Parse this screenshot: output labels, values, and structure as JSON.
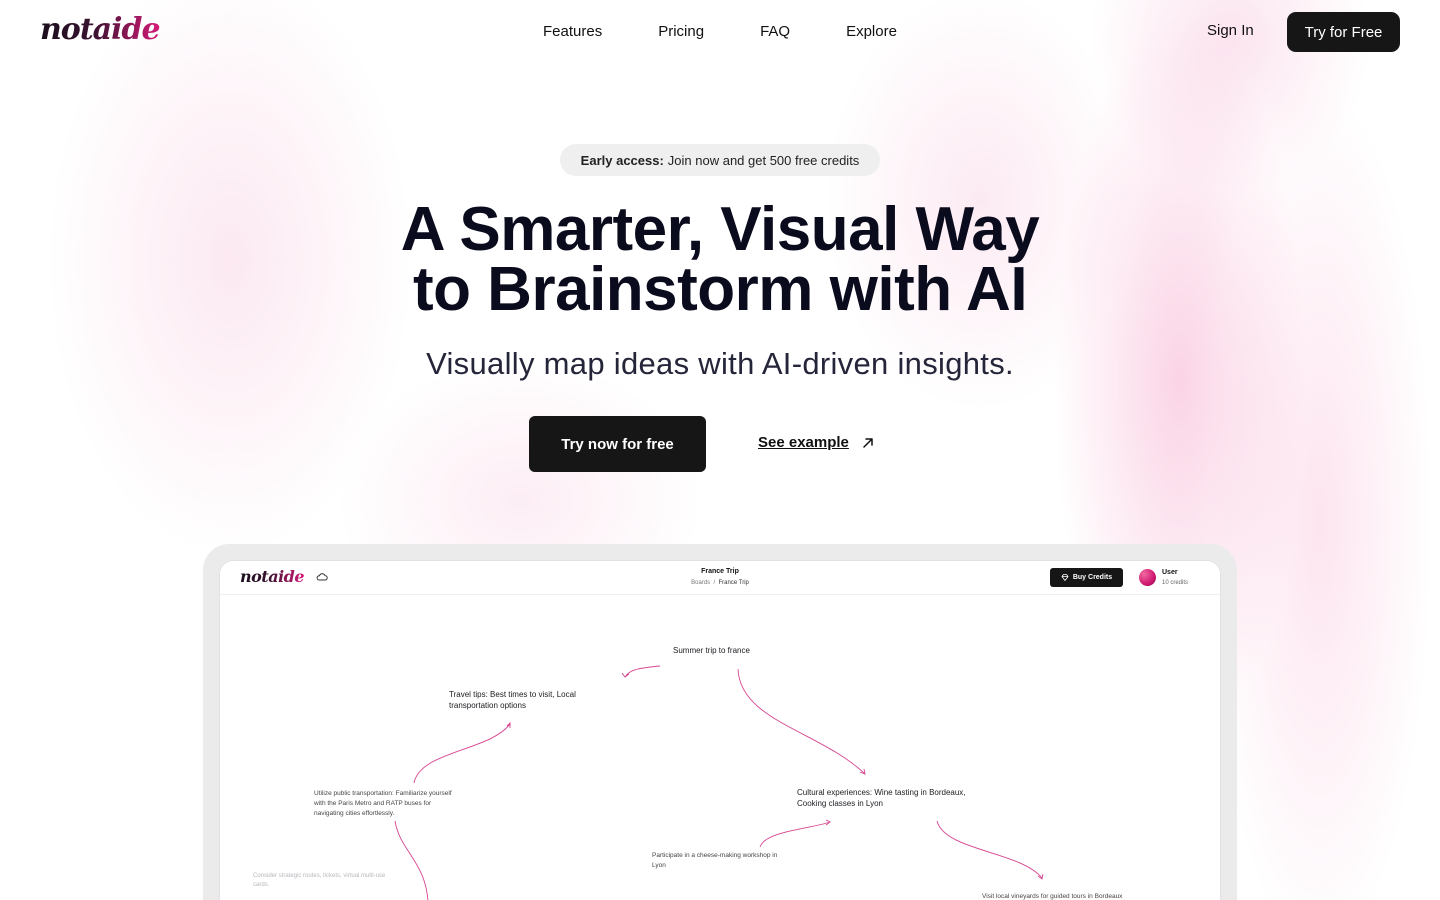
{
  "brand": {
    "logo_text": "notaide"
  },
  "nav": {
    "items": [
      {
        "label": "Features"
      },
      {
        "label": "Pricing"
      },
      {
        "label": "FAQ"
      },
      {
        "label": "Explore"
      }
    ],
    "sign_in": "Sign In",
    "try_free": "Try for Free"
  },
  "hero": {
    "badge_bold": "Early access:",
    "badge_text": "Join now and get 500 free credits",
    "title_line1": "A Smarter, Visual Way",
    "title_line2": "to Brainstorm with AI",
    "subtitle": "Visually map ideas with AI-driven insights.",
    "cta_primary": "Try now for free",
    "cta_secondary": "See example",
    "cta_secondary_icon": "arrow-up-right-icon"
  },
  "preview": {
    "logo_text": "notaide",
    "cloud_icon": "cloud-icon",
    "board_title": "France Trip",
    "breadcrumb": {
      "root": "Boards",
      "separator": "/",
      "current": "France Trip"
    },
    "buy_credits": "Buy Credits",
    "buy_credits_icon": "diamond-icon",
    "user": {
      "name": "User",
      "credits": "10 credits"
    },
    "nodes": {
      "root": "Summer trip to france",
      "travel_tips": "Travel tips: Best times to visit, Local transportation options",
      "cultural": "Cultural experiences: Wine tasting in Bordeaux, Cooking classes in Lyon",
      "public_transport": "Utilize public transportation: Familiarize yourself with the Paris Metro and RATP buses for navigating cities effortlessly.",
      "cheese": "Participate in a cheese-making workshop in Lyon",
      "vineyards": "Visit local vineyards for guided tours in Bordeaux",
      "faint": "Consider strategic routes, tickets, virtual multi-use cards."
    },
    "connector_color": "#d6458f"
  },
  "colors": {
    "accent": "#d61a78",
    "dark_button": "#161616"
  }
}
